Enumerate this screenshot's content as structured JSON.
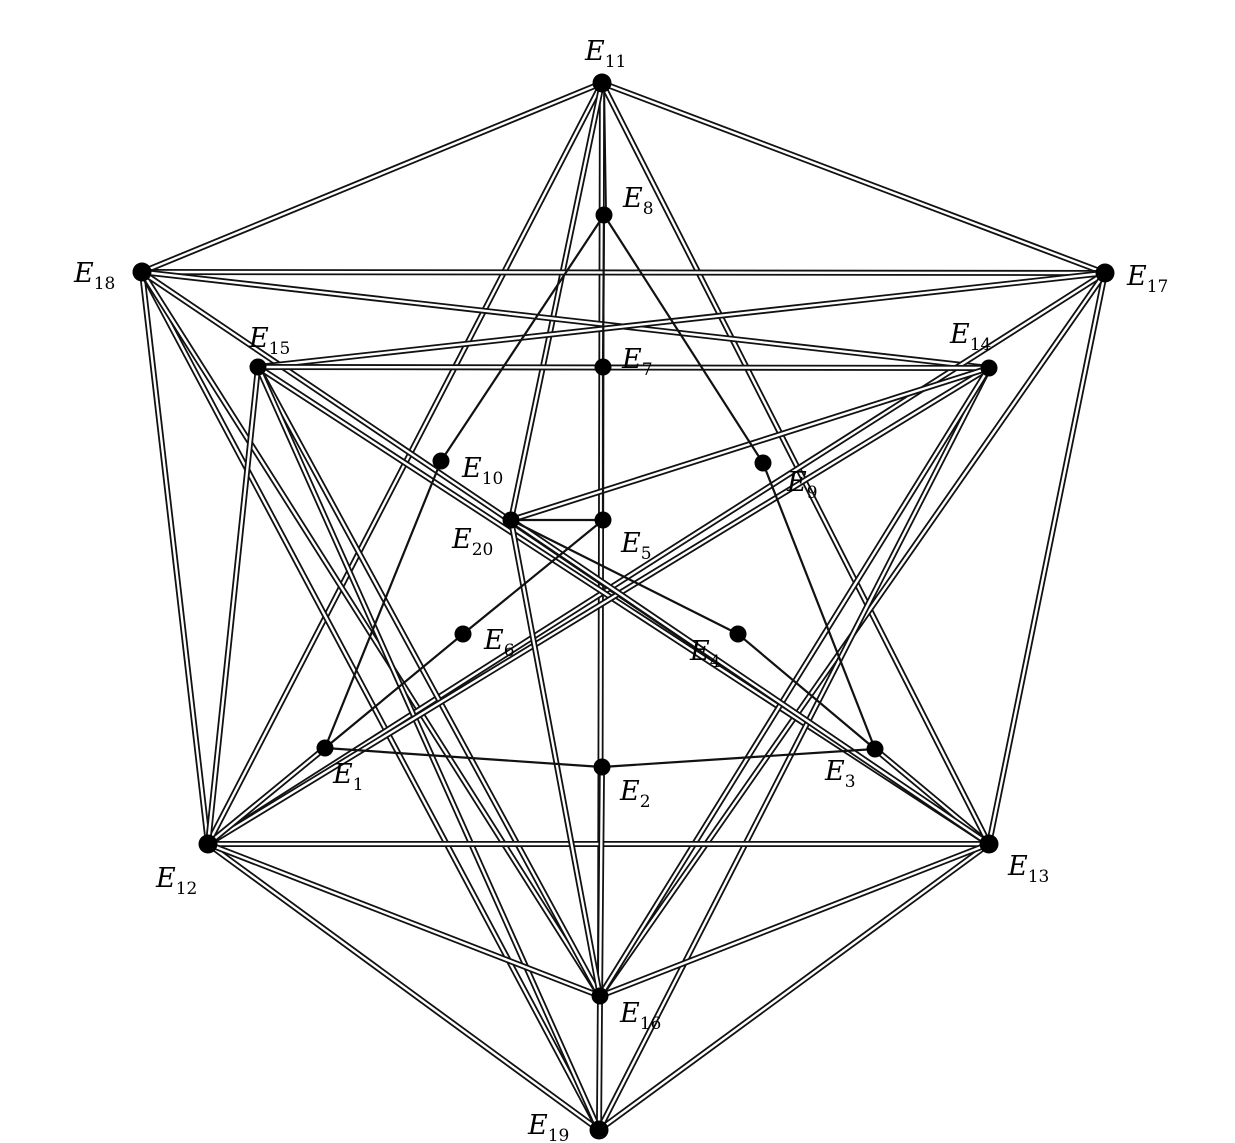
{
  "figure": {
    "nodes": [
      {
        "id": "E1",
        "letter": "E",
        "sub": "1"
      },
      {
        "id": "E2",
        "letter": "E",
        "sub": "2"
      },
      {
        "id": "E3",
        "letter": "E",
        "sub": "3"
      },
      {
        "id": "E4",
        "letter": "E",
        "sub": "4"
      },
      {
        "id": "E5",
        "letter": "E",
        "sub": "5"
      },
      {
        "id": "E6",
        "letter": "E",
        "sub": "6"
      },
      {
        "id": "E7",
        "letter": "E",
        "sub": "7"
      },
      {
        "id": "E8",
        "letter": "E",
        "sub": "8"
      },
      {
        "id": "E9",
        "letter": "E",
        "sub": "9"
      },
      {
        "id": "E10",
        "letter": "E",
        "sub": "10"
      },
      {
        "id": "E11",
        "letter": "E",
        "sub": "11"
      },
      {
        "id": "E12",
        "letter": "E",
        "sub": "12"
      },
      {
        "id": "E13",
        "letter": "E",
        "sub": "13"
      },
      {
        "id": "E14",
        "letter": "E",
        "sub": "14"
      },
      {
        "id": "E15",
        "letter": "E",
        "sub": "15"
      },
      {
        "id": "E16",
        "letter": "E",
        "sub": "16"
      },
      {
        "id": "E17",
        "letter": "E",
        "sub": "17"
      },
      {
        "id": "E18",
        "letter": "E",
        "sub": "18"
      },
      {
        "id": "E19",
        "letter": "E",
        "sub": "19"
      },
      {
        "id": "E20",
        "letter": "E",
        "sub": "20"
      }
    ],
    "edges_single": [
      [
        "E8",
        "E7"
      ],
      [
        "E7",
        "E5"
      ],
      [
        "E8",
        "E10"
      ],
      [
        "E8",
        "E9"
      ],
      [
        "E5",
        "E6"
      ],
      [
        "E6",
        "E1"
      ],
      [
        "E10",
        "E1"
      ],
      [
        "E9",
        "E3"
      ],
      [
        "E1",
        "E2"
      ],
      [
        "E2",
        "E3"
      ],
      [
        "E4",
        "E3"
      ],
      [
        "E5",
        "E20"
      ],
      [
        "E20",
        "E4"
      ]
    ],
    "edges_double": [
      [
        "E11",
        "E8"
      ],
      [
        "E11",
        "E18"
      ],
      [
        "E11",
        "E17"
      ],
      [
        "E11",
        "E12"
      ],
      [
        "E11",
        "E13"
      ],
      [
        "E11",
        "E16"
      ],
      [
        "E11",
        "E20"
      ],
      [
        "E18",
        "E17"
      ],
      [
        "E18",
        "E12"
      ],
      [
        "E18",
        "E19"
      ],
      [
        "E18",
        "E16"
      ],
      [
        "E18",
        "E14"
      ],
      [
        "E18",
        "E13"
      ],
      [
        "E17",
        "E13"
      ],
      [
        "E17",
        "E12"
      ],
      [
        "E17",
        "E16"
      ],
      [
        "E17",
        "E15"
      ],
      [
        "E15",
        "E14"
      ],
      [
        "E15",
        "E12"
      ],
      [
        "E15",
        "E13"
      ],
      [
        "E15",
        "E16"
      ],
      [
        "E15",
        "E19"
      ],
      [
        "E14",
        "E12"
      ],
      [
        "E14",
        "E19"
      ],
      [
        "E14",
        "E16"
      ],
      [
        "E14",
        "E20"
      ],
      [
        "E12",
        "E13"
      ],
      [
        "E12",
        "E19"
      ],
      [
        "E12",
        "E16"
      ],
      [
        "E12",
        "E1"
      ],
      [
        "E13",
        "E19"
      ],
      [
        "E13",
        "E16"
      ],
      [
        "E13",
        "E3"
      ],
      [
        "E13",
        "E20"
      ],
      [
        "E19",
        "E16"
      ],
      [
        "E16",
        "E2"
      ],
      [
        "E20",
        "E16"
      ]
    ]
  }
}
